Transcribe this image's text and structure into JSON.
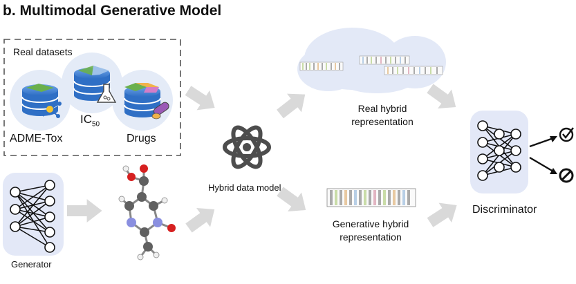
{
  "title": "b. Multimodal Generative Model",
  "real_datasets": {
    "heading": "Real datasets",
    "items": [
      {
        "label": "ADME-Tox"
      },
      {
        "label_main": "IC",
        "label_sub": "50"
      },
      {
        "label": "Drugs"
      }
    ]
  },
  "hybrid_model": {
    "label": "Hybrid data model"
  },
  "real_hybrid": {
    "line1": "Real hybrid",
    "line2": "representation"
  },
  "generative_hybrid": {
    "line1": "Generative hybrid",
    "line2": "representation"
  },
  "generator": {
    "label": "Generator"
  },
  "discriminator": {
    "label": "Discriminator"
  },
  "colors": {
    "arrow": "#dcdcdc",
    "node_bg": "#e3e8f7",
    "cylinder": "#2f6fc5",
    "atom": "#505050"
  }
}
